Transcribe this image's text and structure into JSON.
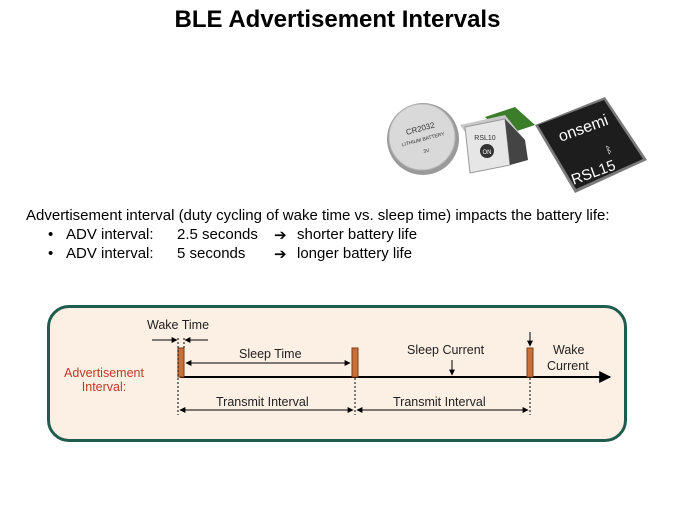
{
  "slide": {
    "title": "BLE Advertisement Intervals",
    "intro": "Advertisement interval (duty cycling of wake time vs. sleep time) impacts the battery life:",
    "bullets": [
      {
        "label": "ADV interval:",
        "value": "2.5 seconds",
        "result": "shorter battery life"
      },
      {
        "label": "ADV interval:",
        "value": "5 seconds",
        "result": "longer battery life"
      }
    ]
  },
  "hardware": {
    "battery_text": [
      "CR2032",
      "LITHIUM BATTERY",
      "3V"
    ],
    "module_text": [
      "RSL10",
      "ON"
    ],
    "chip_brand": "onsemi",
    "chip_name": "RSL15"
  },
  "diagram": {
    "wake_time": "Wake Time",
    "sleep_time": "Sleep Time",
    "sleep_current": "Sleep Current",
    "wake_current": [
      "Wake",
      "Current"
    ],
    "transmit_interval_1": "Transmit Interval",
    "transmit_interval_2": "Transmit Interval",
    "adv_interval": [
      "Advertisement",
      "Interval:"
    ],
    "colors": {
      "pulse": "#c8703a",
      "panel_border": "#1f5c4d",
      "panel_bg": "#fcefe3",
      "adv_label": "#c0392b"
    }
  }
}
